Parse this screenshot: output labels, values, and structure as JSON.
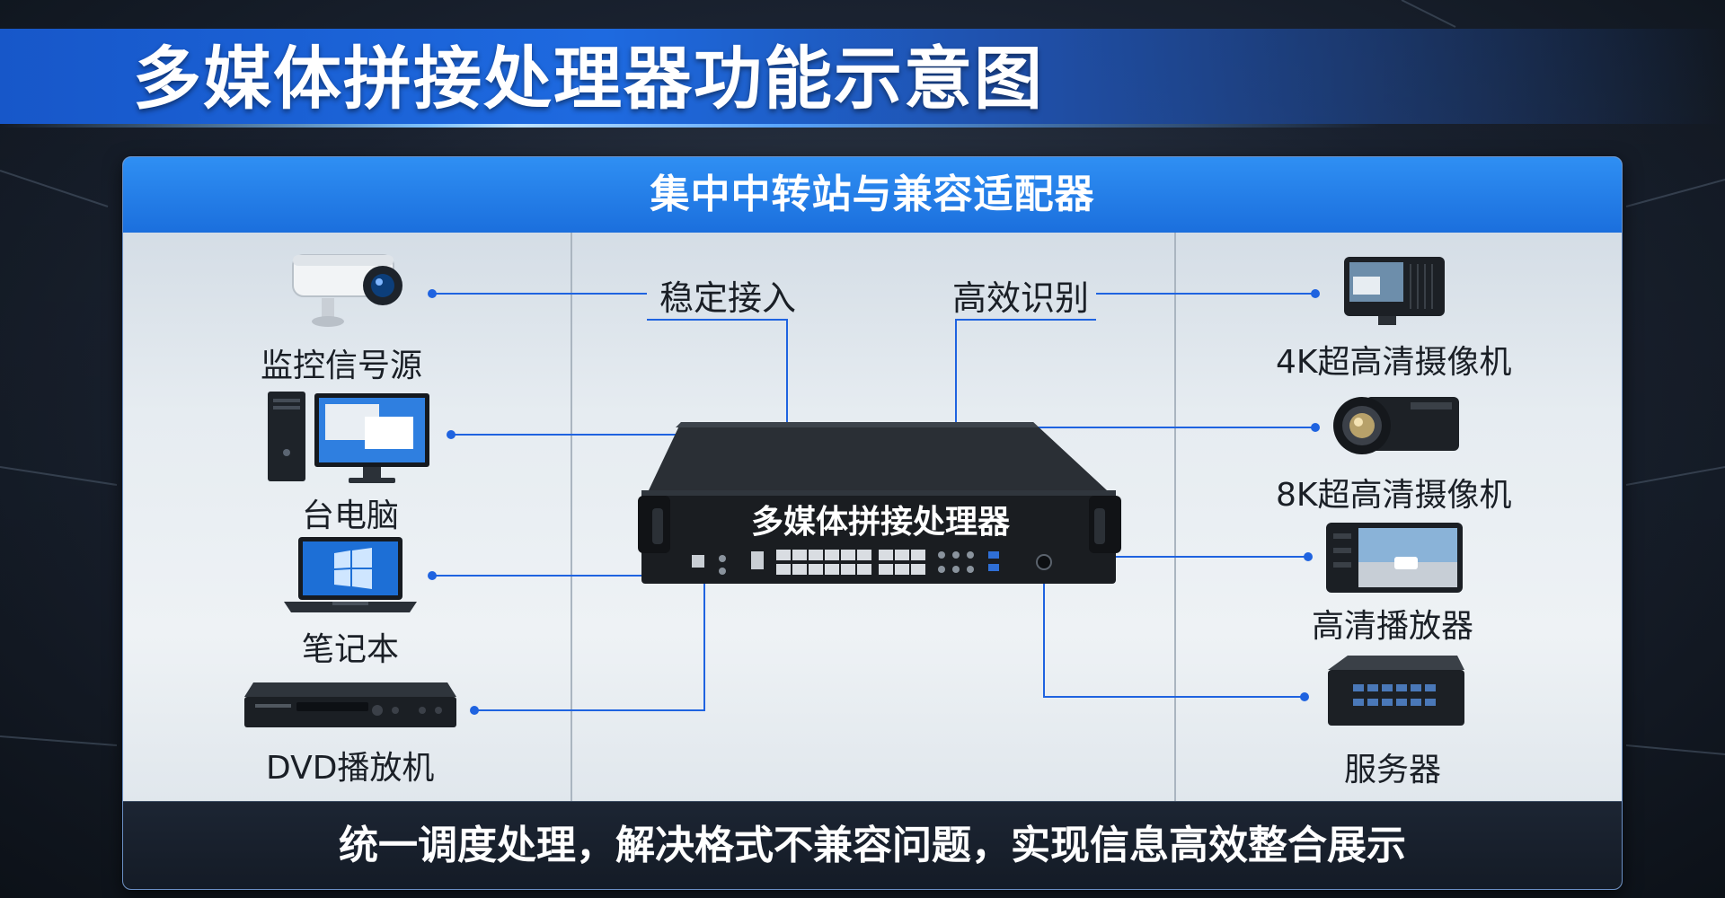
{
  "title": "多媒体拼接处理器功能示意图",
  "panel": {
    "header": "集中中转站与兼容适配器",
    "footer": "统一调度处理，解决格式不兼容问题，实现信息高效整合展示"
  },
  "processor": {
    "label": "多媒体拼接处理器"
  },
  "features": [
    {
      "label": "稳定接入"
    },
    {
      "label": "高效识别"
    }
  ],
  "inputs": [
    {
      "label": "监控信号源",
      "icon": "security-camera-icon"
    },
    {
      "label": "台电脑",
      "icon": "desktop-computer-icon"
    },
    {
      "label": "笔记本",
      "icon": "laptop-icon"
    },
    {
      "label": "DVD播放机",
      "icon": "dvd-player-icon"
    }
  ],
  "outputs": [
    {
      "label": "4K超高清摄像机",
      "icon": "4k-camera-icon"
    },
    {
      "label": "8K超高清摄像机",
      "icon": "8k-camera-icon"
    },
    {
      "label": "高清播放器",
      "icon": "hd-player-icon"
    },
    {
      "label": "服务器",
      "icon": "server-icon"
    }
  ],
  "colors": {
    "accent": "#1e6ae0",
    "wire": "#1f63e0",
    "panel_header": "#2f8ff3",
    "footer": "#141b26"
  }
}
